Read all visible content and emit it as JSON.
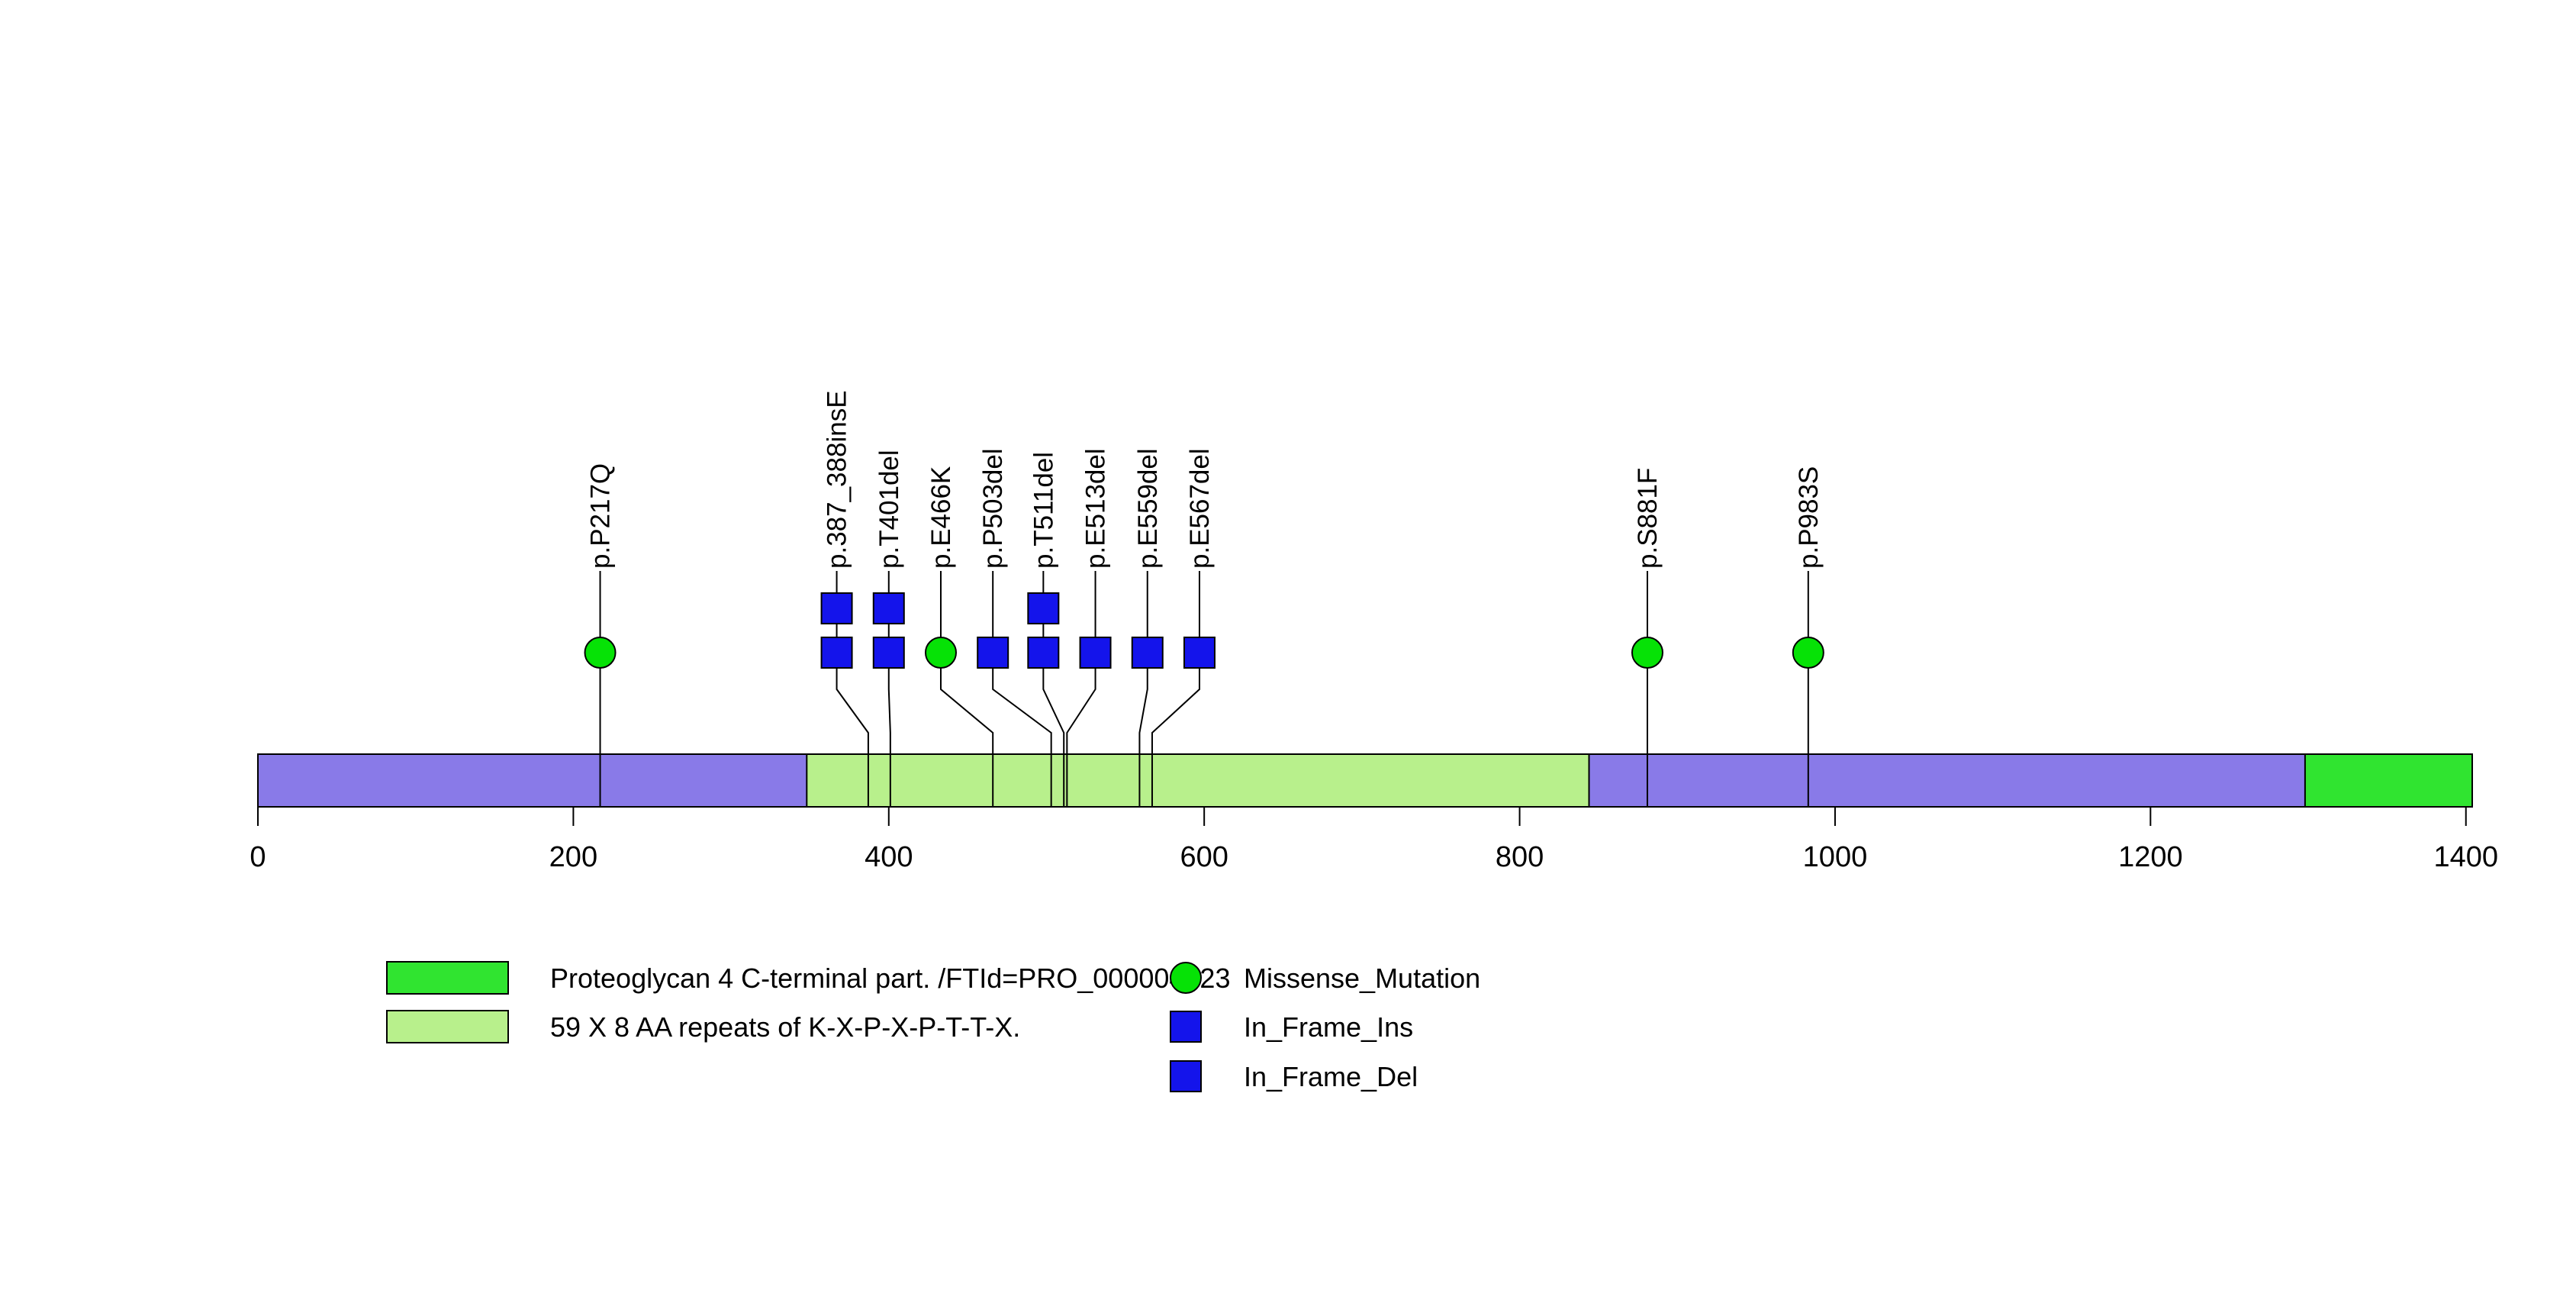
{
  "figure": {
    "background": "#ffffff"
  },
  "chart_data": {
    "type": "lollipop-mutation-plot",
    "protein": {
      "length_aa": 1404,
      "backbone_color": "#897AE8",
      "outline_color": "#000000",
      "domains": [
        {
          "label": "59 X 8 AA repeats of K-X-P-X-P-T-T-X.",
          "start": 348,
          "end": 844,
          "color": "#B8F08C"
        },
        {
          "label": "Proteoglycan 4 C-terminal part. /FTId=PRO_000004323",
          "start": 1298,
          "end": 1404,
          "color": "#30E430"
        }
      ]
    },
    "axis": {
      "min": 0,
      "max": 1400,
      "tick_interval": 200,
      "tick_labels": [
        "0",
        "200",
        "400",
        "600",
        "800",
        "1000",
        "1200",
        "1400"
      ]
    },
    "mutation_types": {
      "Missense_Mutation": {
        "shape": "circle",
        "color": "#06E206"
      },
      "In_Frame_Ins": {
        "shape": "square",
        "color": "#1414EB"
      },
      "In_Frame_Del": {
        "shape": "square",
        "color": "#1414EB"
      }
    },
    "mutations": [
      {
        "label": "p.P217Q",
        "pos": 217,
        "column": 217,
        "type": "Missense_Mutation",
        "count": 1
      },
      {
        "label": "p.387_388insE",
        "pos": 387,
        "column": 367,
        "type": "In_Frame_Ins",
        "count": 2
      },
      {
        "label": "p.T401del",
        "pos": 401,
        "column": 400,
        "type": "In_Frame_Del",
        "count": 2
      },
      {
        "label": "p.E466K",
        "pos": 466,
        "column": 433,
        "type": "Missense_Mutation",
        "count": 1
      },
      {
        "label": "p.P503del",
        "pos": 503,
        "column": 466,
        "type": "In_Frame_Del",
        "count": 1
      },
      {
        "label": "p.T511del",
        "pos": 511,
        "column": 498,
        "type": "In_Frame_Del",
        "count": 2
      },
      {
        "label": "p.E513del",
        "pos": 513,
        "column": 531,
        "type": "In_Frame_Del",
        "count": 1
      },
      {
        "label": "p.E559del",
        "pos": 559,
        "column": 564,
        "type": "In_Frame_Del",
        "count": 1
      },
      {
        "label": "p.E567del",
        "pos": 567,
        "column": 597,
        "type": "In_Frame_Del",
        "count": 1
      },
      {
        "label": "p.S881F",
        "pos": 881,
        "column": 881,
        "type": "Missense_Mutation",
        "count": 1
      },
      {
        "label": "p.P983S",
        "pos": 983,
        "column": 983,
        "type": "Missense_Mutation",
        "count": 1
      }
    ],
    "legend": {
      "domain_items": [
        {
          "label": "Proteoglycan 4 C-terminal part. /FTId=PRO_000004323",
          "color": "#30E430"
        },
        {
          "label": "59 X 8 AA repeats of K-X-P-X-P-T-T-X.",
          "color": "#B8F08C"
        }
      ],
      "mutation_items": [
        {
          "label": "Missense_Mutation",
          "shape": "circle",
          "color": "#06E206"
        },
        {
          "label": "In_Frame_Ins",
          "shape": "square",
          "color": "#1414EB"
        },
        {
          "label": "In_Frame_Del",
          "shape": "square",
          "color": "#1414EB"
        }
      ]
    }
  }
}
